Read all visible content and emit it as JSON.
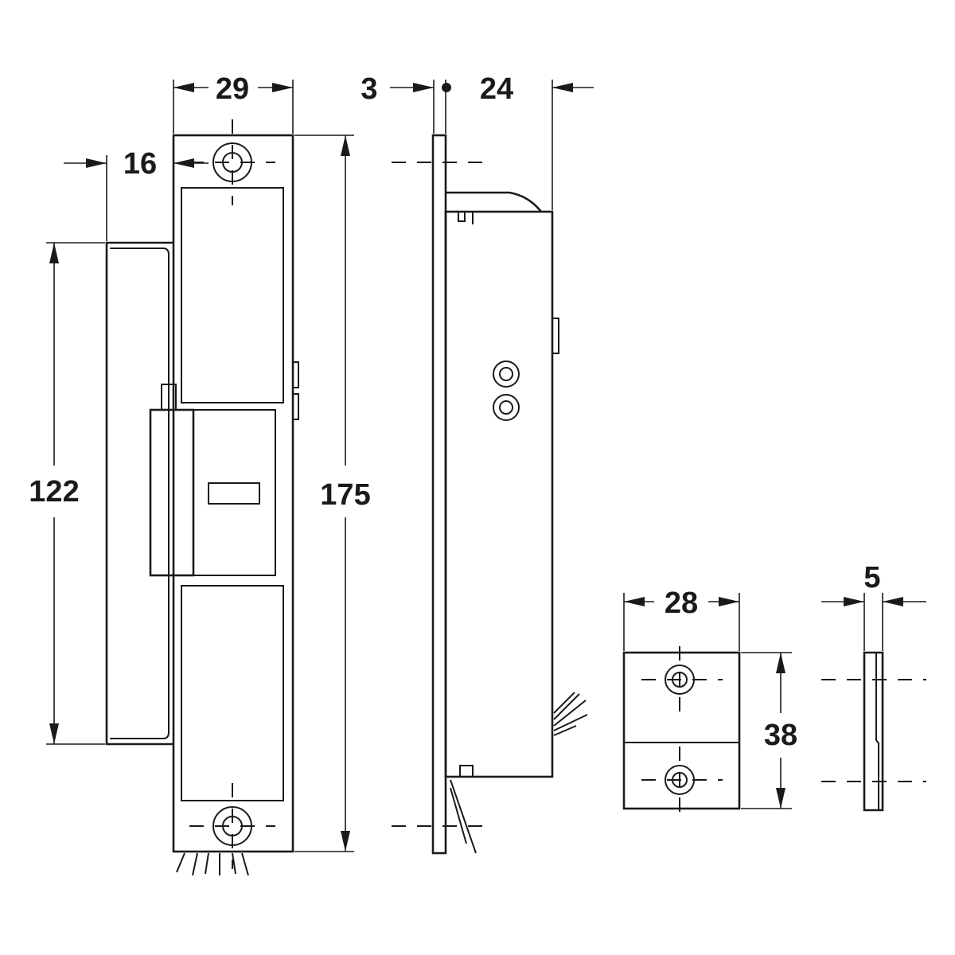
{
  "figure": {
    "description_visible": false,
    "colors": {
      "ink": "#1a1a1a",
      "background": "#ffffff"
    }
  },
  "dimensions": {
    "front_width": "29",
    "front_offset": "16",
    "front_height_body": "122",
    "front_height_total": "175",
    "side_plate": "3",
    "side_depth": "24",
    "keeper_width": "28",
    "keeper_height": "38",
    "keeper_thickness": "5"
  }
}
